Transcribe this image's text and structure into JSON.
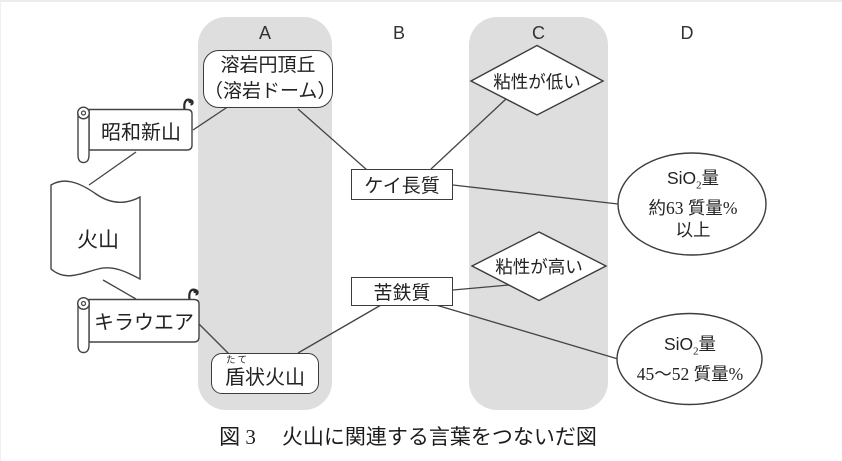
{
  "columns": {
    "a": "A",
    "b": "B",
    "c": "C",
    "d": "D"
  },
  "nodes": {
    "volcano": "火山",
    "showa_shinzan": "昭和新山",
    "kilauea": "キラウエア",
    "lava_dome_line1": "溶岩円頂丘",
    "lava_dome_line2": "（溶岩ドーム）",
    "felsic": "ケイ長質",
    "mafic": "苦鉄質",
    "low_viscosity": "粘性が低い",
    "high_viscosity": "粘性が高い",
    "shield_furigana": "たて",
    "shield_volcano": "盾状火山",
    "sio2_high": {
      "formula_prefix": "SiO",
      "formula_sub": "2",
      "formula_suffix": "量",
      "line2": "約63 質量%",
      "line3": "以上"
    },
    "sio2_low": {
      "formula_prefix": "SiO",
      "formula_sub": "2",
      "formula_suffix": "量",
      "line2": "45～52 質量%"
    }
  },
  "caption": {
    "figure_number": "図 3",
    "title": "火山に関連する言葉をつないだ図"
  },
  "colors": {
    "band_gray": "#dedede",
    "line": "#444444",
    "text": "#222222"
  }
}
